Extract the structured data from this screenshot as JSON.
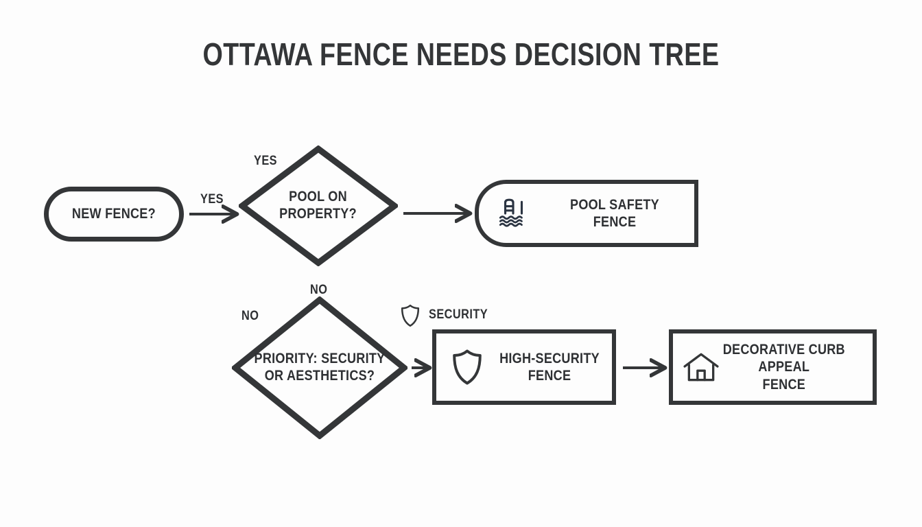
{
  "page": {
    "title": "OTTAWA FENCE NEEDS DECISION TREE",
    "background_color": "#fdfdfd",
    "stroke_color": "#343638",
    "text_color": "#2e3033",
    "icon_color_pool": "#2b3442"
  },
  "chart_data": {
    "type": "diagram",
    "diagram_kind": "flowchart-decision-tree",
    "title": "OTTAWA FENCE NEEDS DECISION TREE",
    "nodes": [
      {
        "id": "start",
        "shape": "pill",
        "label": "NEW FENCE?",
        "icon": null
      },
      {
        "id": "d-pool",
        "shape": "diamond",
        "label": "POOL ON PROPERTY?",
        "icon": null
      },
      {
        "id": "d-priority",
        "shape": "diamond",
        "label": "PRIORITY: SECURITY OR AESTHETICS?",
        "icon": null
      },
      {
        "id": "o-pool",
        "shape": "rounded-left-rect",
        "label": "POOL SAFETY FENCE",
        "icon": "pool-ladder-icon"
      },
      {
        "id": "o-security",
        "shape": "rect",
        "label": "HIGH-SECURITY FENCE",
        "icon": "shield-icon"
      },
      {
        "id": "o-decorative",
        "shape": "rect",
        "label": "DECORATIVE CURB APPEAL FENCE",
        "icon": "house-icon"
      }
    ],
    "edges": [
      {
        "from": "start",
        "to": "d-pool",
        "label": "YES",
        "direction": "right"
      },
      {
        "from": "d-pool",
        "to": "o-pool",
        "label": "",
        "direction": "right"
      },
      {
        "from": "d-pool",
        "to": "d-priority",
        "label": "NO",
        "direction": "down"
      },
      {
        "from": "d-priority",
        "to": "o-security",
        "label": "SECURITY",
        "direction": "right"
      },
      {
        "from": "o-security",
        "to": "o-decorative",
        "label": "",
        "direction": "right"
      }
    ],
    "stray_labels": [
      {
        "id": "yes-above-pool-diamond",
        "text": "YES"
      },
      {
        "id": "no-left-of-priority-diamond",
        "text": "NO"
      }
    ]
  },
  "nodes": {
    "start": {
      "label": "NEW FENCE?"
    },
    "pool_question": {
      "label_line1": "POOL ON",
      "label_line2": "PROPERTY?"
    },
    "priority_question": {
      "label_line1": "PRIORITY: SECURITY",
      "label_line2": "OR AESTHETICS?"
    },
    "pool_outcome": {
      "label_line1": "POOL SAFETY",
      "label_line2": "FENCE",
      "icon": "pool-ladder-icon"
    },
    "security_outcome": {
      "label_line1": "HIGH-SECURITY",
      "label_line2": "FENCE",
      "icon": "shield-icon"
    },
    "decorative_outcome": {
      "label_line1": "DECORATIVE CURB APPEAL",
      "label_line2": "FENCE",
      "icon": "house-icon"
    }
  },
  "edge_labels": {
    "yes_from_start": "YES",
    "yes_above_pool": "YES",
    "no_below_pool": "NO",
    "no_left_priority": "NO",
    "security": "SECURITY"
  }
}
